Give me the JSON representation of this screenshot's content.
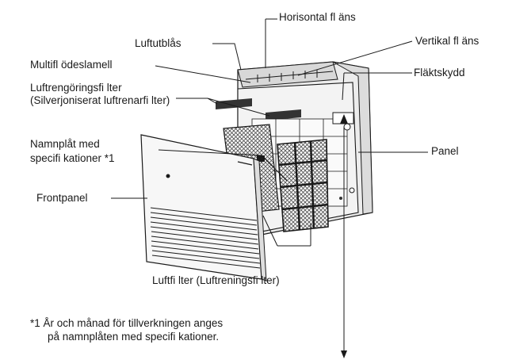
{
  "labels": {
    "horizontal_flap": "Horisontal fl äns",
    "vertical_flap": "Vertikal fl äns",
    "air_outlet": "Luftutblås",
    "multi_flow_louver": "Multifl ödeslamell",
    "fan_guard": "Fläktskydd",
    "air_purifying_filter": "Luftrengöringsfi lter",
    "air_purifying_filter_sub": "(Silverjoniserat luftrenarfi lter)",
    "nameplate_line1": "Namnplåt med",
    "nameplate_line2": "specifi kationer *1",
    "panel": "Panel",
    "front_panel": "Frontpanel",
    "air_filter": "Luftfi lter (Luftreningsfi lter)"
  },
  "footnote": {
    "line1": "*1  År och månad för tillverkningen anges",
    "line2": "på namnplåten med specifi kationer."
  },
  "colors": {
    "line": "#1a1a1a",
    "unit_fill": "#ececec",
    "panel_fill": "#f7f7f7",
    "filter_fill": "#9a9a9a"
  }
}
